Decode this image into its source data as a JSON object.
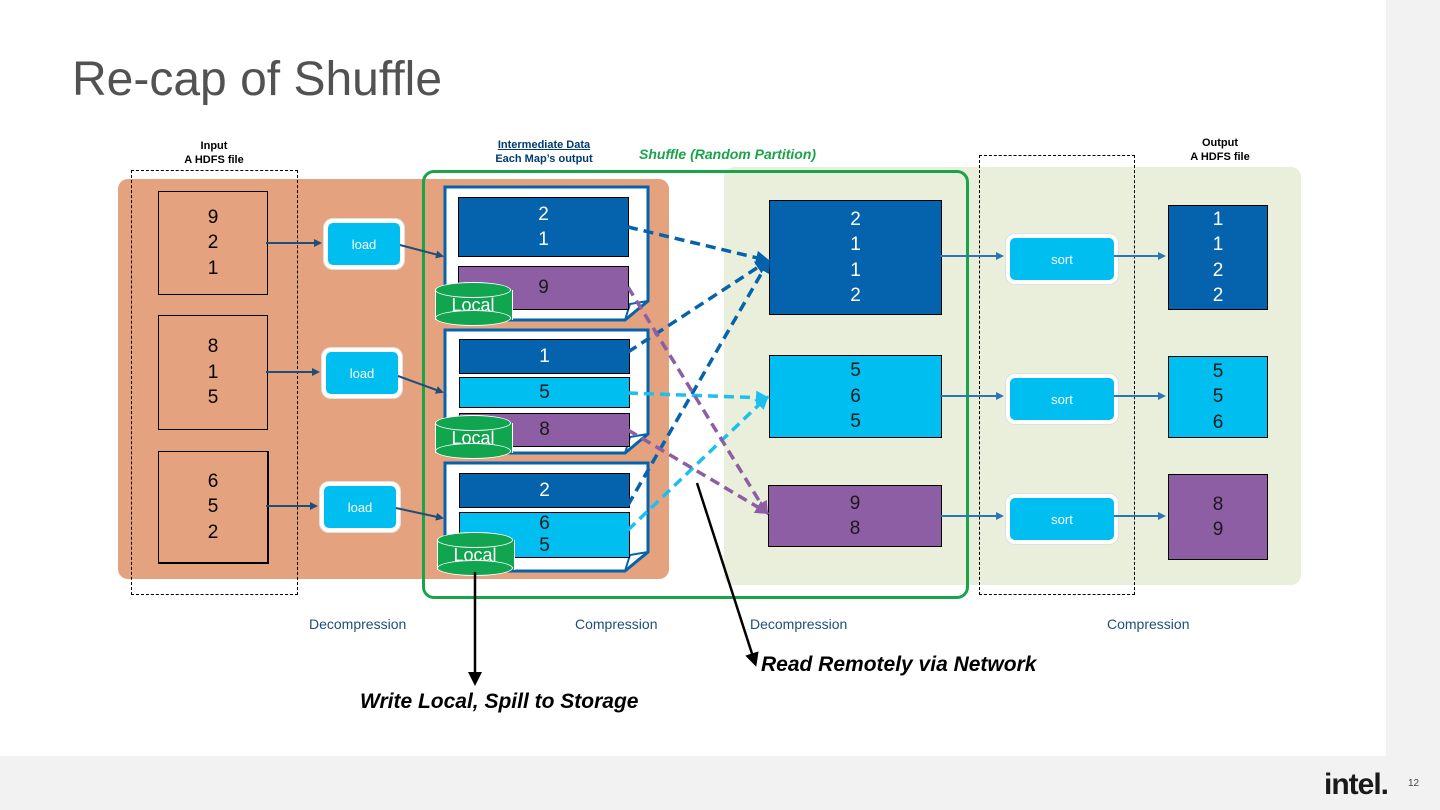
{
  "title": "Re-cap of Shuffle",
  "labels": {
    "input_title": "Input",
    "input_sub": "A HDFS file",
    "intermediate_title": "Intermediate Data",
    "intermediate_sub": "Each Map’s output",
    "shuffle_title": "Shuffle (Random Partition)",
    "output_title": "Output",
    "output_sub": "A HDFS file"
  },
  "input_files": [
    [
      "9",
      "2",
      "1"
    ],
    [
      "8",
      "1",
      "5"
    ],
    [
      "6",
      "5",
      "2"
    ]
  ],
  "load_label": "load",
  "local_label": "Local",
  "map_outputs": [
    {
      "blue": [
        "2",
        "1"
      ],
      "purple": [
        "9"
      ]
    },
    {
      "blue": [
        "1"
      ],
      "cyan": [
        "5"
      ],
      "purple": [
        "8"
      ]
    },
    {
      "blue": [
        "2"
      ],
      "cyan": [
        "6",
        "5"
      ]
    }
  ],
  "partitions": [
    [
      "2",
      "1",
      "1",
      "2"
    ],
    [
      "5",
      "6",
      "5"
    ],
    [
      "9",
      "8"
    ]
  ],
  "sort_label": "sort",
  "outputs": [
    [
      "1",
      "1",
      "2",
      "2"
    ],
    [
      "5",
      "5",
      "6"
    ],
    [
      "8",
      "9"
    ]
  ],
  "captions": {
    "decompression_1": "Decompression",
    "compression_1": "Compression",
    "decompression_2": "Decompression",
    "compression_2": "Compression"
  },
  "notes": {
    "write_local": "Write Local, Spill to Storage",
    "read_remote": "Read Remotely via Network"
  },
  "brand": "intel.",
  "page_number": "12",
  "colors": {
    "input_bg": "#e5a27f",
    "shuffle_bg": "#e9efdb",
    "shuffle_border": "#1aa44a",
    "blue": "#0563ad",
    "cyan": "#00bff0",
    "purple": "#8d5ea3",
    "local_green": "#11a550"
  }
}
